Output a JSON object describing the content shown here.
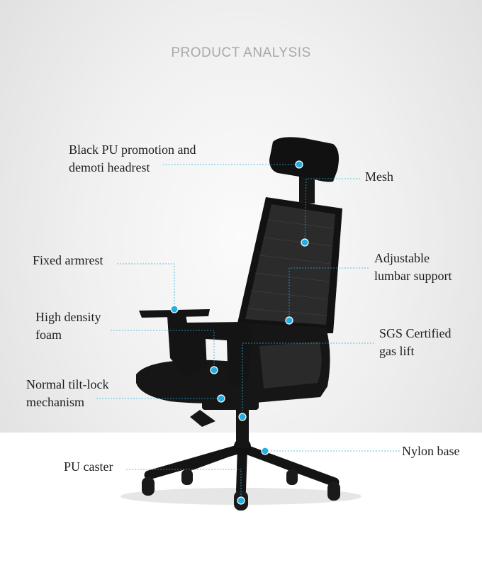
{
  "heading": "PRODUCT ANALYSIS",
  "accent_color": "#23aee0",
  "product": "chair-image",
  "callouts": {
    "headrest": [
      "Black PU promotion and",
      "demoti headrest"
    ],
    "mesh": [
      "Mesh"
    ],
    "armrest": [
      "Fixed armrest"
    ],
    "lumbar": [
      "Adjustable",
      "lumbar support"
    ],
    "foam": [
      "High density",
      "foam"
    ],
    "gaslift": [
      "SGS Certified",
      "gas lift"
    ],
    "tilt": [
      "Normal tilt-lock",
      "mechanism"
    ],
    "base": [
      "Nylon base"
    ],
    "caster": [
      "PU caster"
    ]
  }
}
